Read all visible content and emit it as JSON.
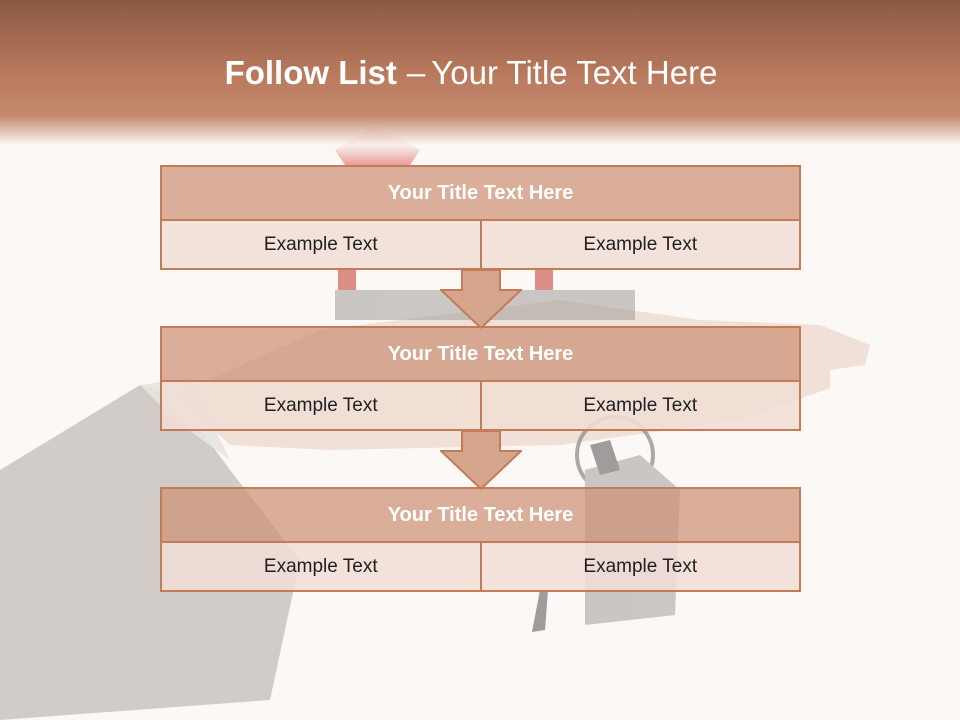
{
  "slide": {
    "title_bold": "Follow List",
    "title_separator": "–",
    "title_rest": "Your Title Text Here"
  },
  "blocks": [
    {
      "title": "Your Title Text Here",
      "left": "Example Text",
      "right": "Example Text"
    },
    {
      "title": "Your Title Text Here",
      "left": "Example Text",
      "right": "Example Text"
    },
    {
      "title": "Your Title Text Here",
      "left": "Example Text",
      "right": "Example Text"
    }
  ],
  "colors": {
    "header_top": "#8a5a44",
    "header_mid": "#c48a6e",
    "box_fill": "#d5a58c",
    "cell_fill": "#f0ded6",
    "border": "#c47b58"
  }
}
